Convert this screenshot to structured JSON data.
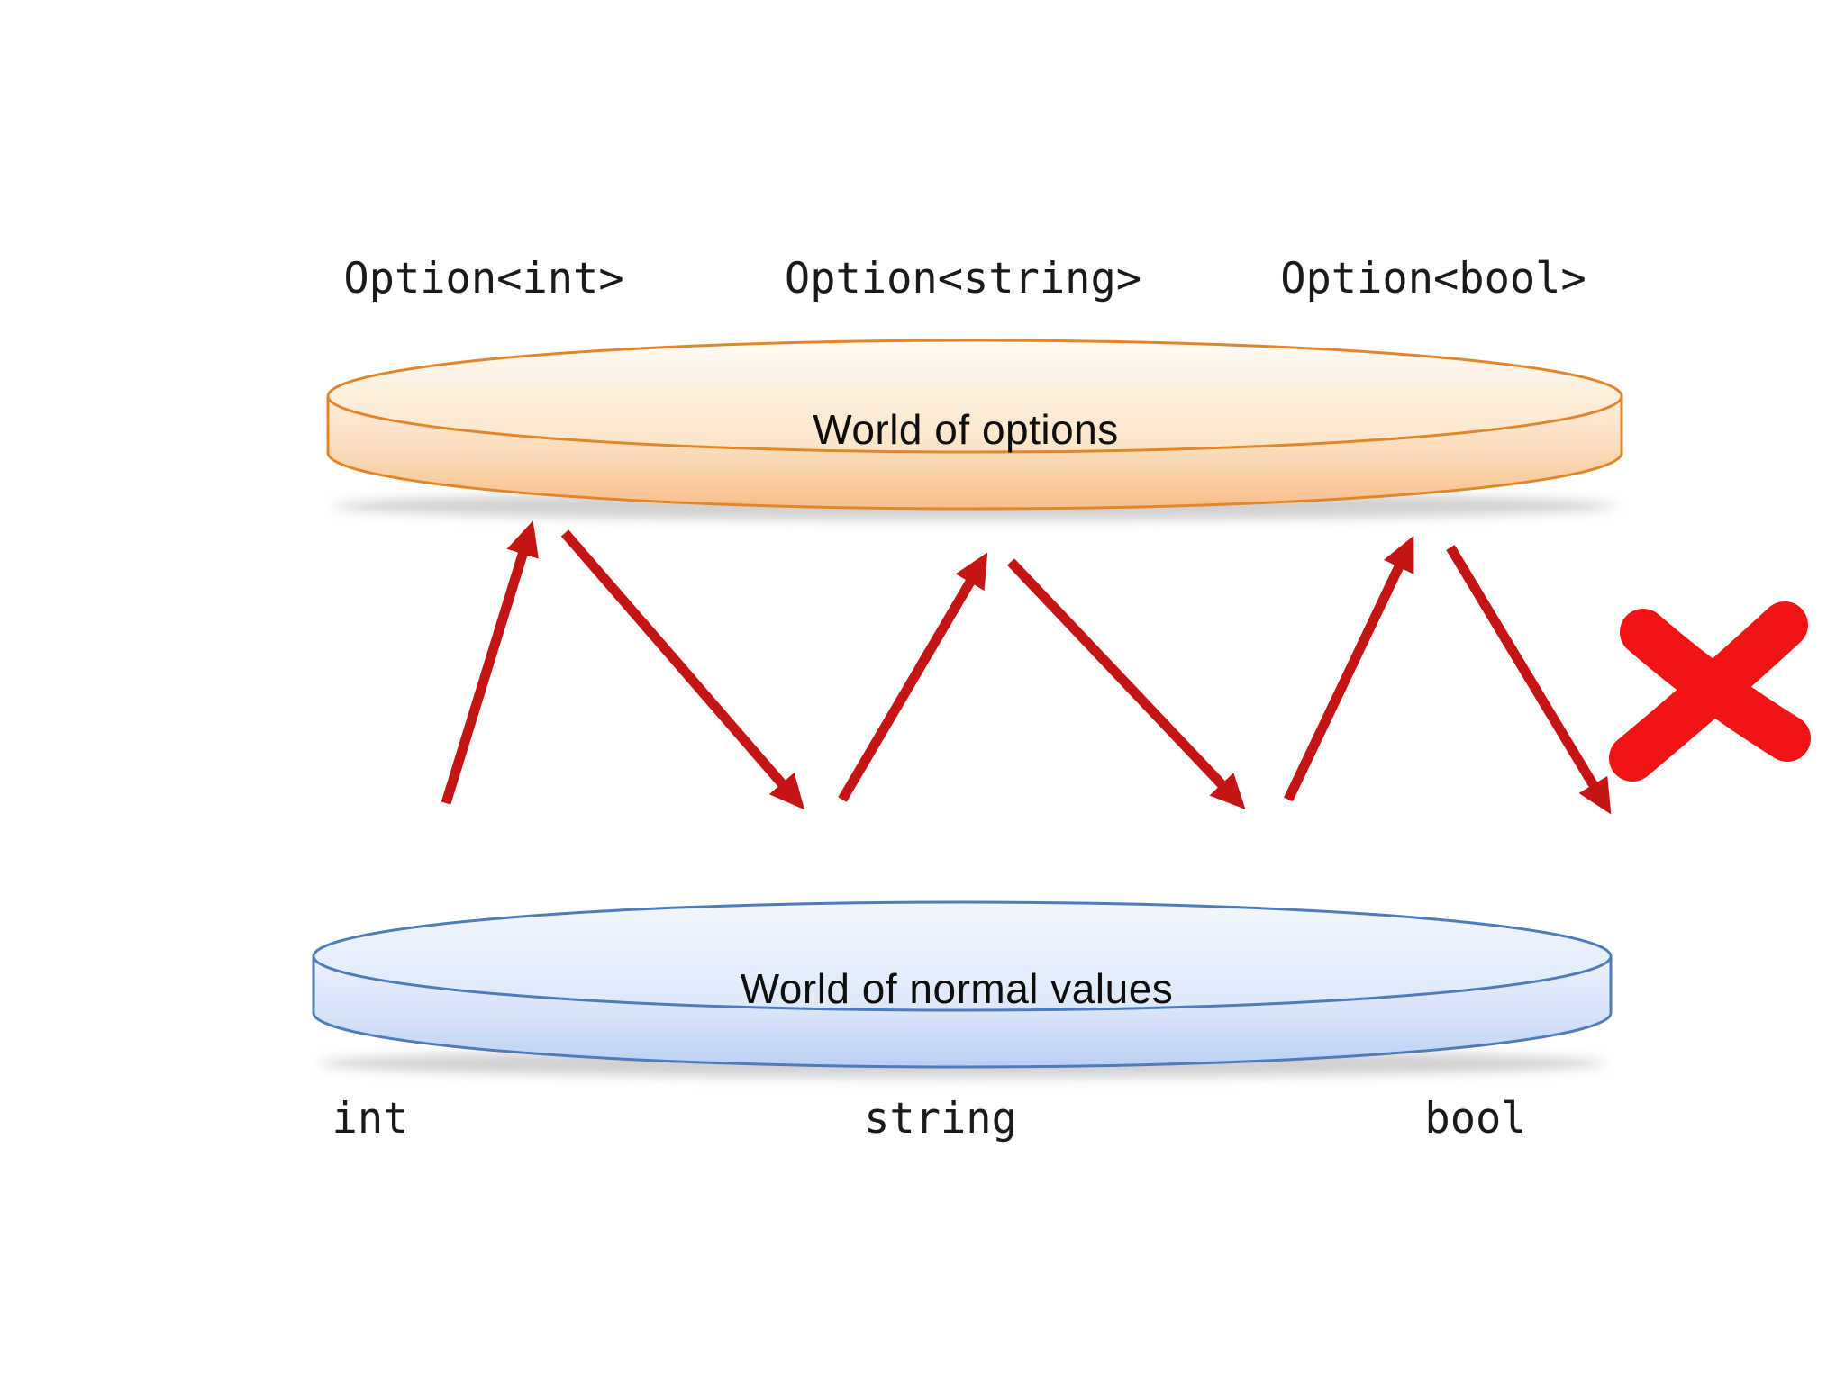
{
  "diagram": {
    "title_hint": "Mapping between the world of options and the world of normal values",
    "option_types": [
      "Option<int>",
      "Option<string>",
      "Option<bool>"
    ],
    "value_types": [
      "int",
      "string",
      "bool"
    ],
    "worlds": {
      "options": {
        "title": "World of options",
        "fill_top": "#fdeede",
        "fill_bottom": "#f8bf8b",
        "stroke": "#e2862c"
      },
      "values": {
        "title": "World of normal values",
        "fill_top": "#e9f0fc",
        "fill_bottom": "#bcd0f5",
        "stroke": "#4d7cb8"
      }
    },
    "arrows": {
      "color": "#c51414",
      "pattern": "up-down zigzag between worlds",
      "count": 6
    },
    "cross": {
      "icon": "heavy-x",
      "color": "#f11414"
    }
  }
}
